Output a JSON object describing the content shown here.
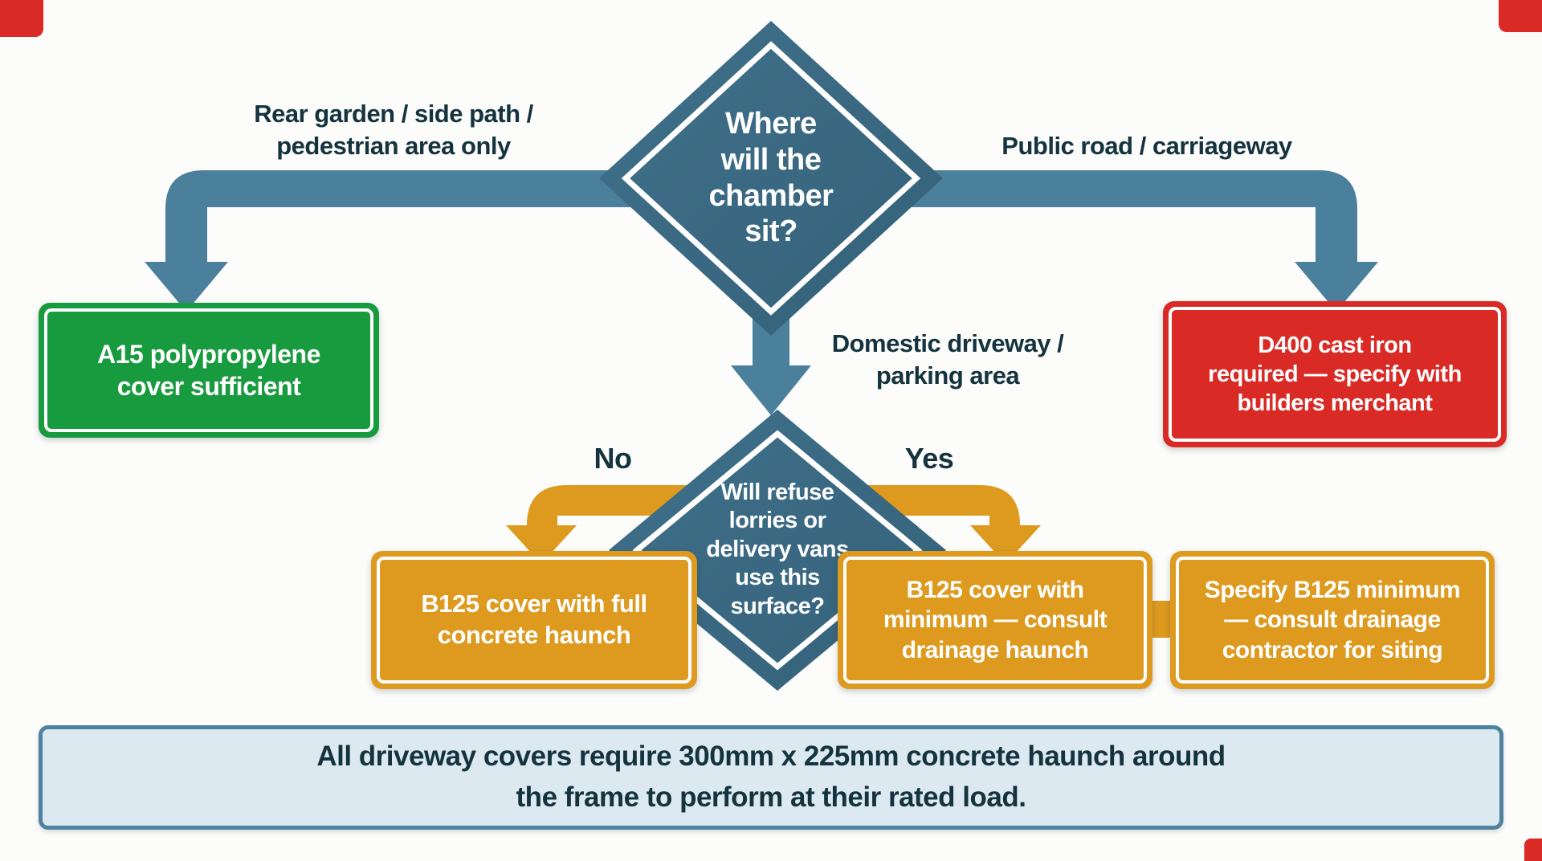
{
  "diagram_type": "decision-flowchart",
  "diamond1": {
    "question": "Where\nwill the\nchamber\nsit?"
  },
  "diamond2": {
    "question": "Will refuse\nlorries or\ndelivery vans\nuse this\nsurface?"
  },
  "branch_labels": {
    "rear_garden": "Rear garden / side path /\npedestrian area only",
    "public_road": "Public road / carriageway",
    "domestic_driveway": "Domestic driveway /\nparking area",
    "no": "No",
    "yes": "Yes"
  },
  "outcome_boxes": {
    "a15": "A15 polypropylene\ncover sufficient",
    "d400": "D400 cast iron\nrequired — specify with\nbuilders merchant",
    "b125_full": "B125 cover with full\nconcrete haunch",
    "b125_min": "B125 cover with\nminimum — consult\ndrainage haunch",
    "b125_spec": "Specify B125 minimum\n— consult drainage\ncontractor for siting"
  },
  "footer_note": "All driveway covers require 300mm x 225mm concrete haunch around\nthe frame to perform at their rated load.",
  "colors": {
    "diamond_fill": "#35617a",
    "diamond_fill_light": "#40708a",
    "teal_arrow": "#4b809d",
    "dark_text": "#14333f",
    "green_box": "#189a3e",
    "red_box": "#d92a26",
    "orange_box": "#dd9a1f",
    "banner_fill": "#dde9f0",
    "banner_border": "#4d82a0"
  }
}
